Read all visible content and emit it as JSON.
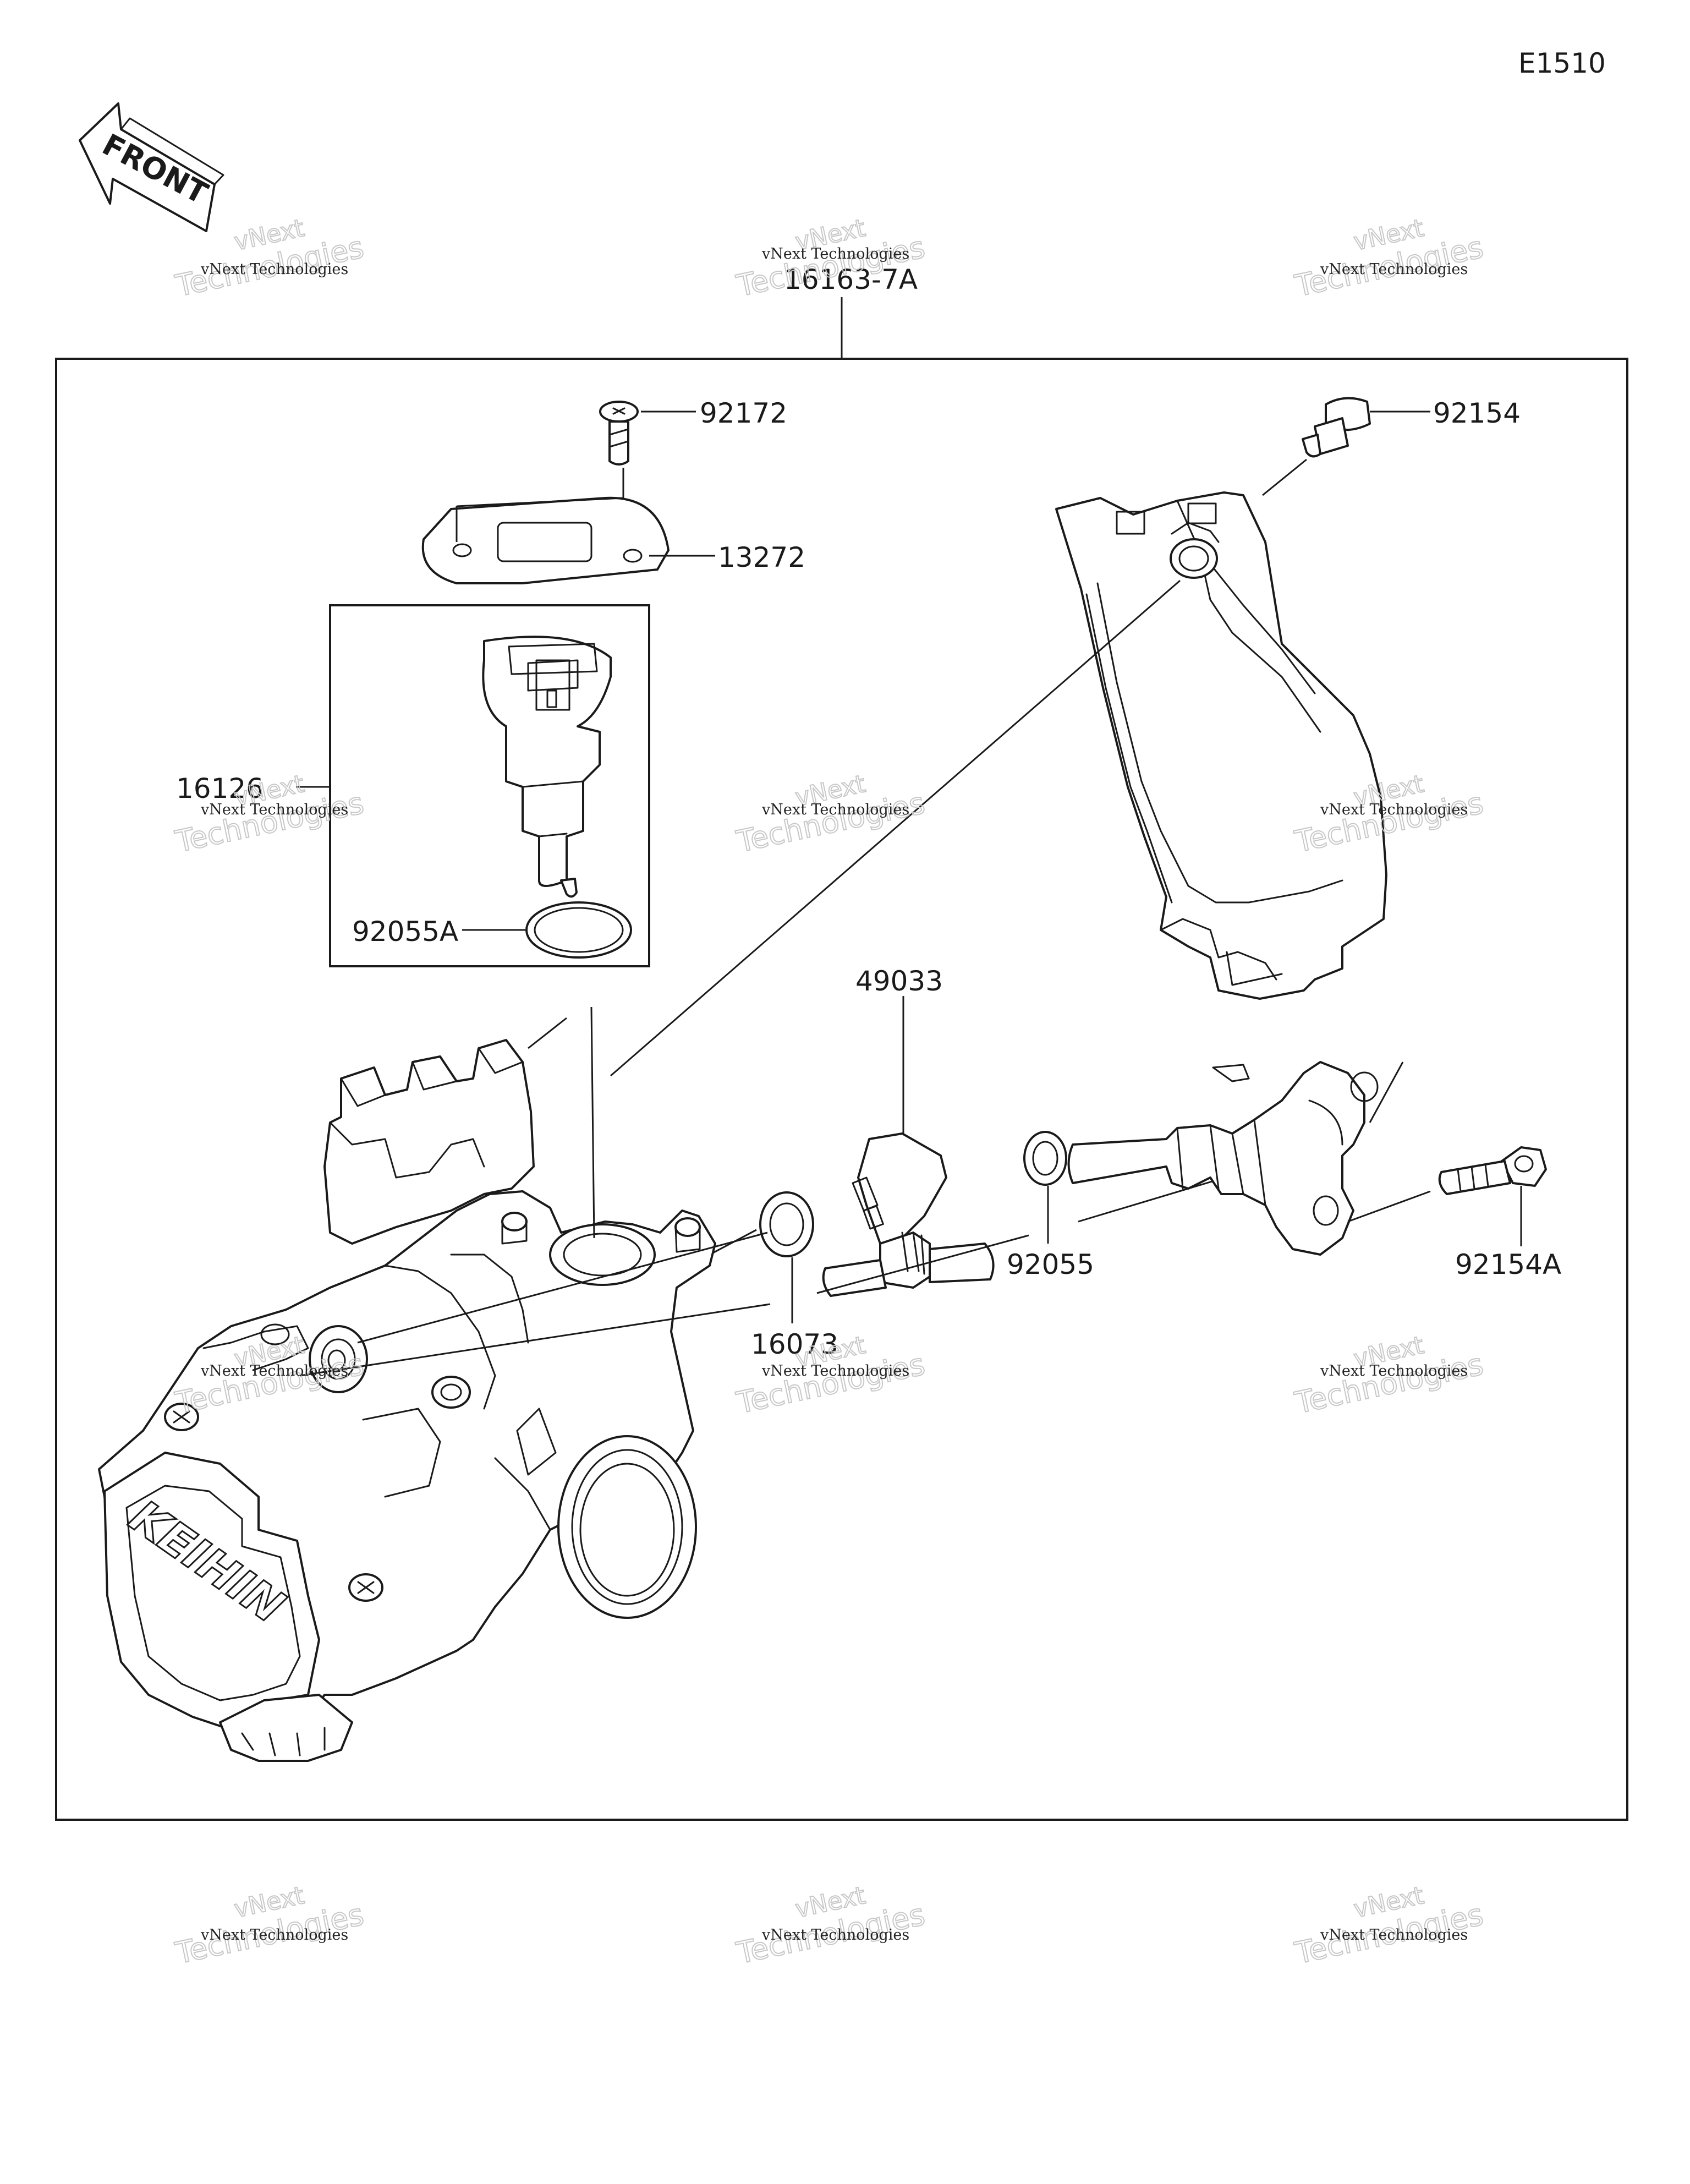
{
  "diagram_code": "E1510",
  "front_arrow_label": "FRONT",
  "assembly_part_number": "16163-7A",
  "part_numbers": {
    "screw": "92172",
    "gasket": "13272",
    "sensor": "16126",
    "o_ring": "92055A",
    "cover_bolt": "92154",
    "injector_sensor": "49033",
    "washer": "92055",
    "seal": "16073",
    "bracket_bolt": "92154A"
  },
  "logo_text": "KEIHIN",
  "watermark": {
    "line1": "vNext Technologies",
    "line2": "Technologies",
    "line3": "vNext"
  },
  "colors": {
    "line": "#1a1a1a",
    "watermark_outline": "#c8c8c8",
    "background": "#ffffff"
  }
}
